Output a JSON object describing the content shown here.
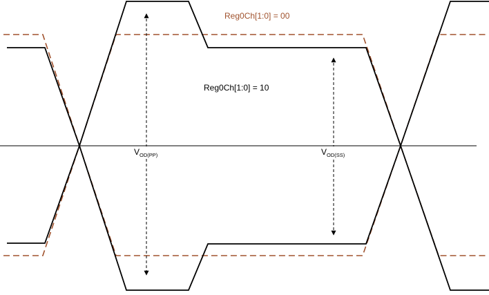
{
  "labels": {
    "reg_00": "Reg0Ch[1:0] = 00",
    "reg_10": "Reg0Ch[1:0] = 10",
    "vod_pp_main": "V",
    "vod_pp_sub": "OD(PP)",
    "vod_ss_main": "V",
    "vod_ss_sub": "OD(SS)"
  },
  "colors": {
    "solid_trace": "#000000",
    "dashed_trace": "#a0522d",
    "reg_00_text": "#a0522d",
    "reg_10_text": "#000000",
    "axis": "#000000",
    "arrows": "#000000"
  },
  "legend": {
    "solid": "Reg0Ch[1:0] = 10",
    "dashed": "Reg0Ch[1:0] = 00"
  }
}
